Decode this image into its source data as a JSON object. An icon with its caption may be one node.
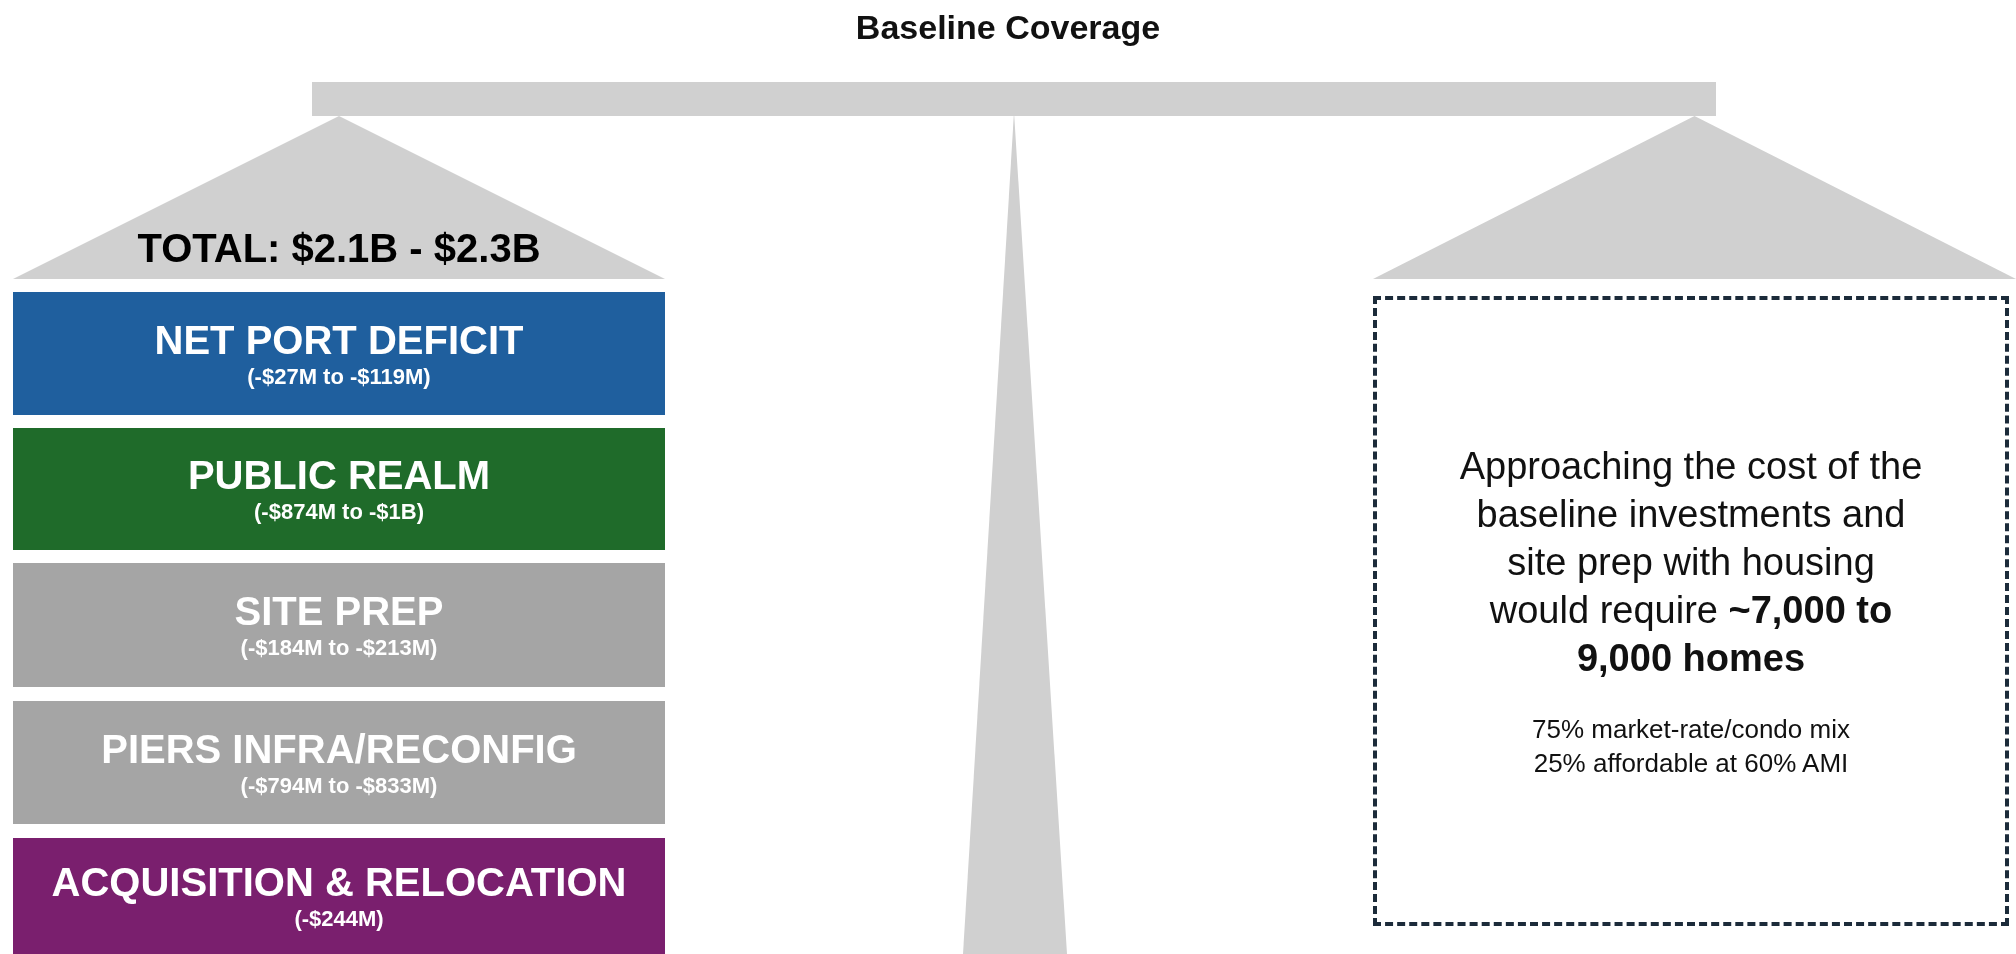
{
  "diagram": {
    "title": "Baseline Coverage",
    "nodes": [
      {
        "text": [
          "TOTAL: $2.1B - $2.3B"
        ]
      },
      {
        "text": [
          "NET PORT DEFICIT",
          "(-$27M to -$119M)"
        ]
      },
      {
        "text": [
          "PUBLIC REALM",
          "(-$874M to -$1B)"
        ]
      },
      {
        "text": [
          "SITE PREP",
          "(-$184M to -$213M)"
        ]
      },
      {
        "text": [
          "PIERS INFRA/RECONFIG",
          "(-$794M to -$833M)"
        ]
      },
      {
        "text": [
          "ACQUISITION & RELOCATION",
          "(-$244M)"
        ]
      },
      {
        "text": [],
        "shape": "triangle"
      },
      {
        "text": [
          "Approaching the cost of the baseline investments and site prep with housing would require **~7,000 to 9,000 homes**",
          "75% market-rate/condo mix 25% affordable at 60% AMI"
        ]
      }
    ],
    "edges": []
  }
}
